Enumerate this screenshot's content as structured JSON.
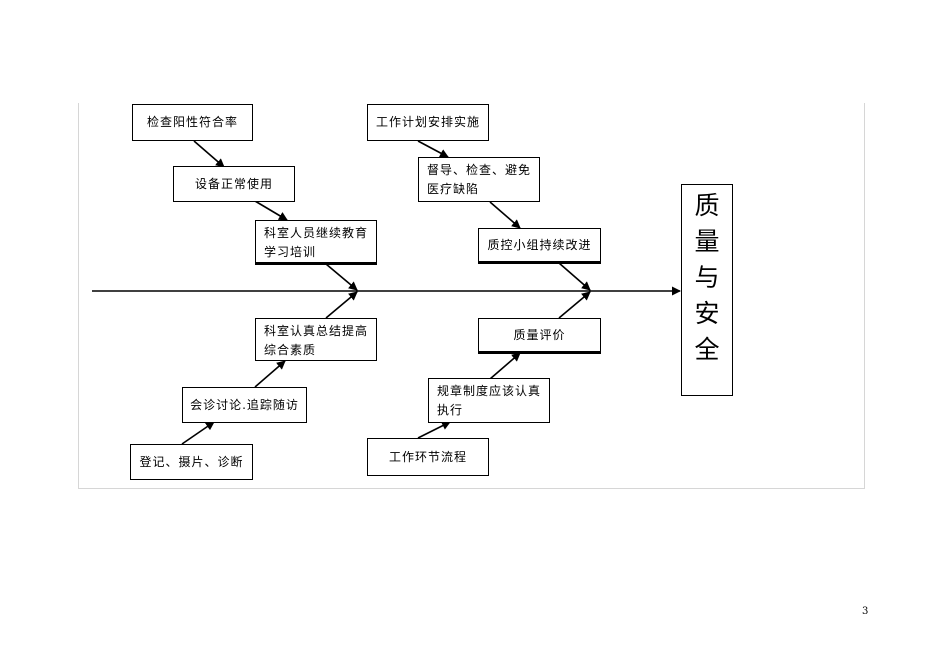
{
  "diagram": {
    "effect": [
      "质",
      "量",
      "与",
      "安",
      "全"
    ],
    "top_left": {
      "box1": "检查阳性符合率",
      "box2": "设备正常使用",
      "box3": "科室人员继续教育学习培训"
    },
    "top_right": {
      "box1": "工作计划安排实施",
      "box2": "督导、检查、避免医疗缺陷",
      "box3": "质控小组持续改进"
    },
    "bottom_left": {
      "box1": "科室认真总结提高综合素质",
      "box2": "会诊讨论.追踪随访",
      "box3": "登记、摄片、诊断"
    },
    "bottom_right": {
      "box1": "质量评价",
      "box2": "规章制度应该认真执行",
      "box3": "工作环节流程"
    }
  },
  "page_number": "3"
}
